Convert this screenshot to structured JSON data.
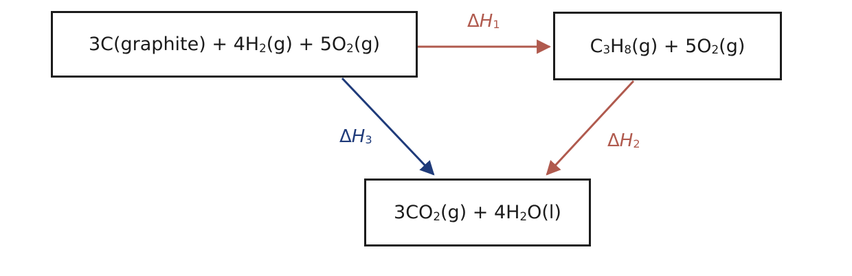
{
  "colors": {
    "box_border": "#1b1b1b",
    "dh1": "#b05a4e",
    "dh2": "#b05a4e",
    "dh3": "#1f3b7a"
  },
  "boxes": {
    "reactants": {
      "parts": [
        {
          "t": "3C(graphite) + 4H"
        },
        {
          "s": "2"
        },
        {
          "t": "(g) + 5O"
        },
        {
          "s": "2"
        },
        {
          "t": "(g)"
        }
      ]
    },
    "propane": {
      "parts": [
        {
          "t": "C"
        },
        {
          "s": "3"
        },
        {
          "t": "H"
        },
        {
          "s": "8"
        },
        {
          "t": "(g) + 5O"
        },
        {
          "s": "2"
        },
        {
          "t": "(g)"
        }
      ]
    },
    "products": {
      "parts": [
        {
          "t": "3CO"
        },
        {
          "s": "2"
        },
        {
          "t": "(g) + 4H"
        },
        {
          "s": "2"
        },
        {
          "t": "O(l)"
        }
      ]
    }
  },
  "arrows": {
    "dh1": {
      "symbol": "Δ",
      "letter": "H",
      "sub": "1"
    },
    "dh2": {
      "symbol": "Δ",
      "letter": "H",
      "sub": "2"
    },
    "dh3": {
      "symbol": "Δ",
      "letter": "H",
      "sub": "3"
    }
  }
}
